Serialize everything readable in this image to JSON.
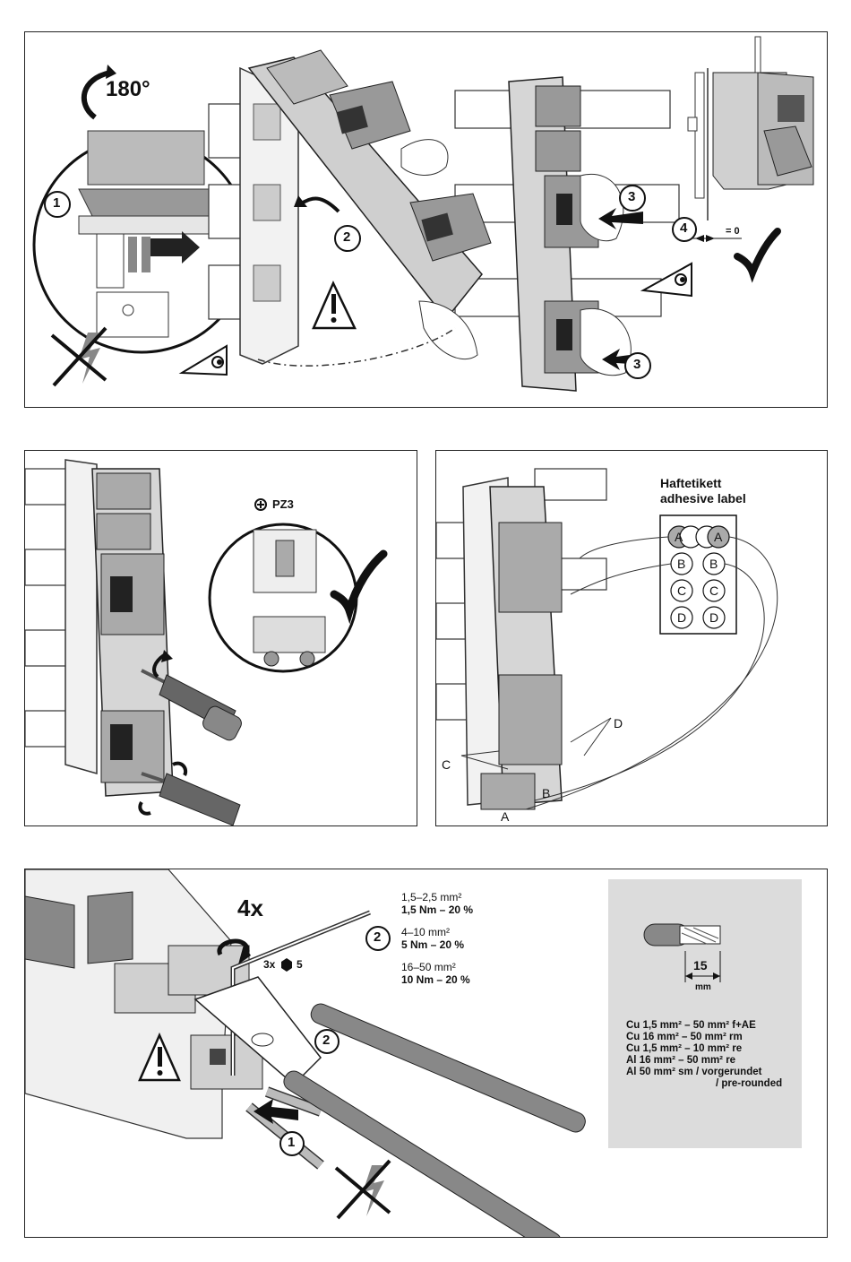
{
  "panel1": {
    "rotation_label": "180°",
    "step_labels": [
      "1",
      "2",
      "3",
      "3",
      "4"
    ],
    "gap_label": "= 0",
    "icons": [
      "rotate-icon",
      "warning-icon",
      "checkmark-icon",
      "no-voltage-icon",
      "eye-icon"
    ]
  },
  "panel2": {
    "tool_label": "PZ3",
    "icons": [
      "phillips-screwdriver-icon",
      "checkmark-icon"
    ]
  },
  "panel3": {
    "label_title_de": "Haftetikett",
    "label_title_en": "adhesive label",
    "grid_letters": [
      "A",
      "A",
      "B",
      "B",
      "C",
      "C",
      "D",
      "D"
    ],
    "callouts": [
      "A",
      "B",
      "C",
      "D"
    ]
  },
  "panel4": {
    "multiplier": "4x",
    "step_labels": [
      "2",
      "2",
      "1"
    ],
    "hex_tool": "3x",
    "hex_size": "5",
    "specs": [
      {
        "section": "1,5–2,5 mm²",
        "torque": "1,5 Nm – 20 %"
      },
      {
        "section": "4–10 mm²",
        "torque": "5 Nm – 20 %"
      },
      {
        "section": "16–50 mm²",
        "torque": "10 Nm – 20 %"
      }
    ],
    "strip_length": "15",
    "strip_unit": "mm",
    "materials": [
      "Cu 1,5 mm² – 50 mm² f+AE",
      "Cu 16 mm² – 50 mm² rm",
      "Cu 1,5 mm² – 10 mm² re",
      "Al 16 mm² – 50 mm² re",
      "Al 50 mm² sm / vorgerundet",
      "/ pre-rounded"
    ]
  }
}
